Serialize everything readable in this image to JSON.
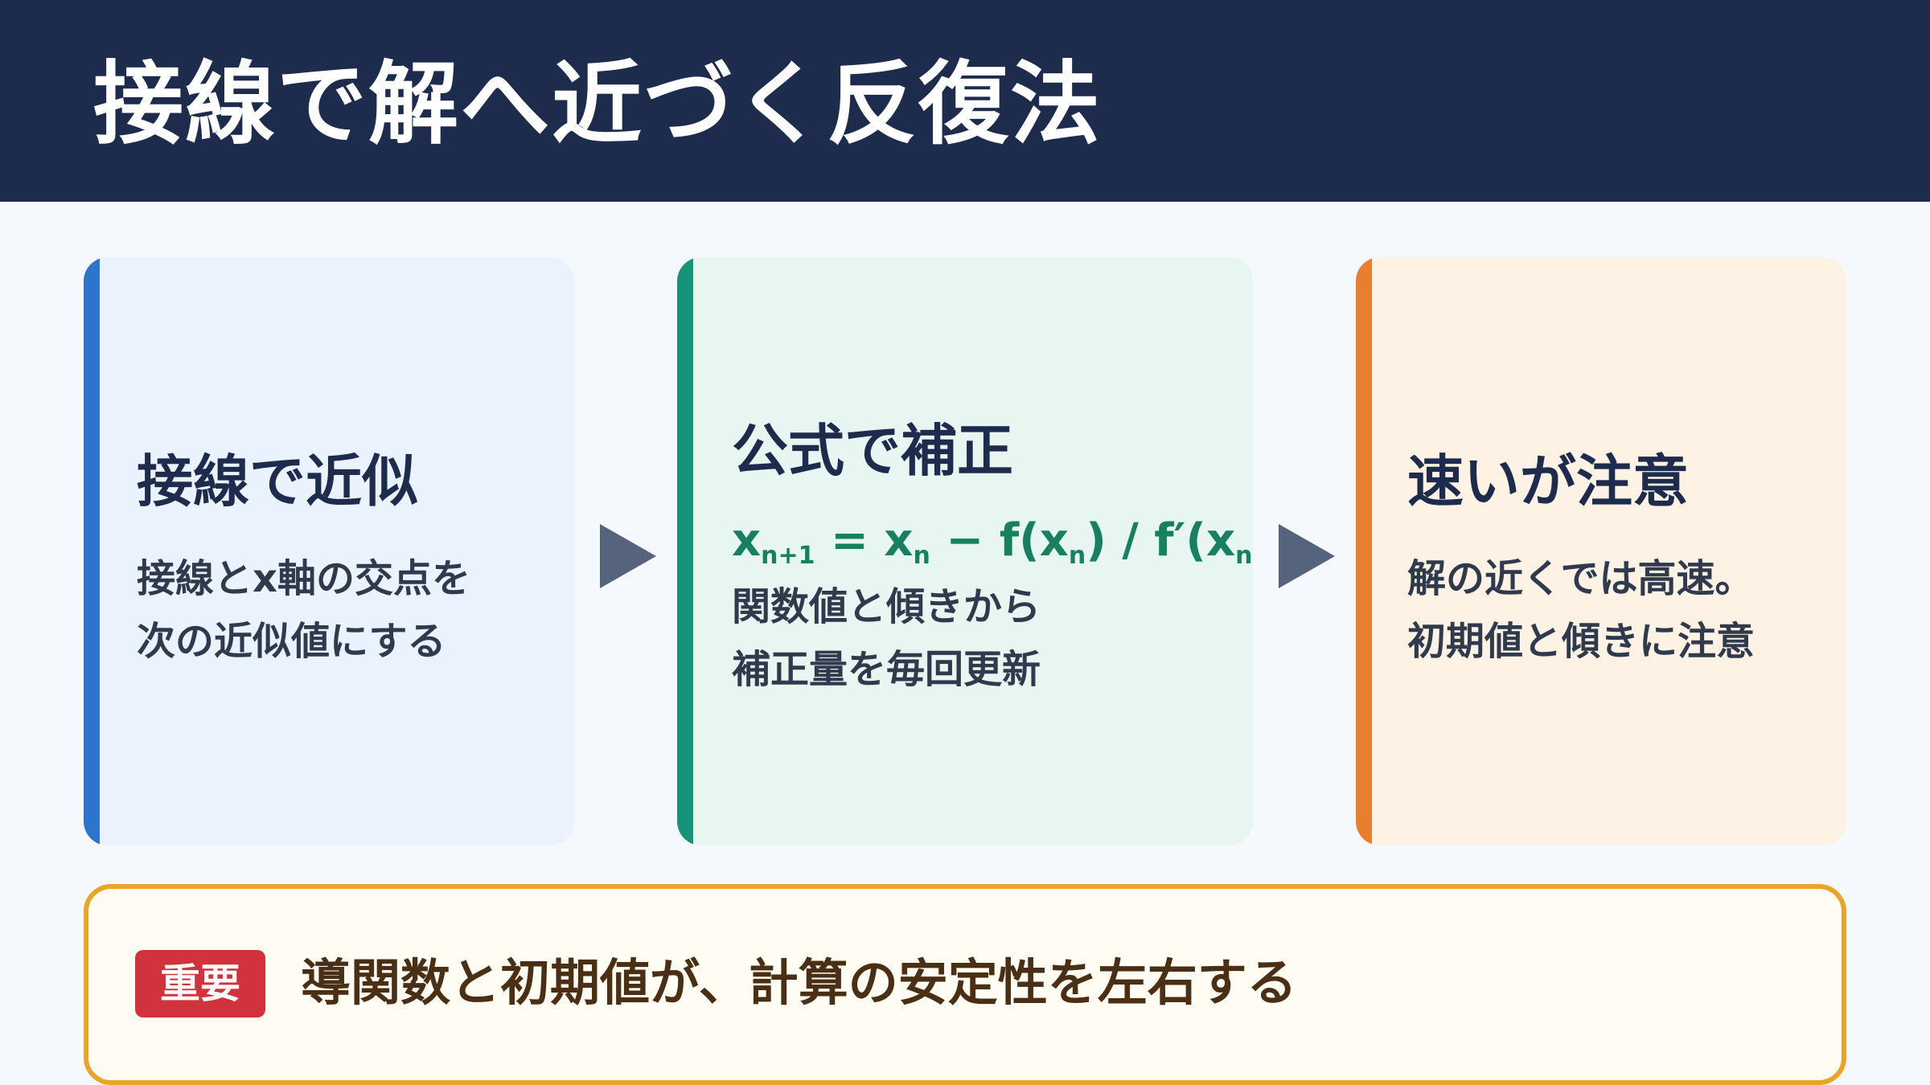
{
  "title": "接線で解へ近づく反復法",
  "cards": [
    {
      "heading": "接線で近似",
      "lines": [
        "接線とx軸の交点を",
        "次の近似値にする"
      ],
      "accent_color": "#2f74cc"
    },
    {
      "heading": "公式で補正",
      "formula": {
        "x": "x",
        "n_plus_1": "n+1",
        "equals": " = x",
        "n": "n",
        "minus": " − f(x",
        "close1": ") / f′(x",
        "close2": ")"
      },
      "lines": [
        "関数値と傾きから",
        "補正量を毎回更新"
      ],
      "accent_color": "#17937a"
    },
    {
      "heading": "速いが注意",
      "lines": [
        "解の近くでは高速。",
        "初期値と傾きに注意"
      ],
      "accent_color": "#e87e2e"
    }
  ],
  "note": {
    "badge": "重要",
    "text": "導関数と初期値が、計算の安定性を左右する"
  }
}
